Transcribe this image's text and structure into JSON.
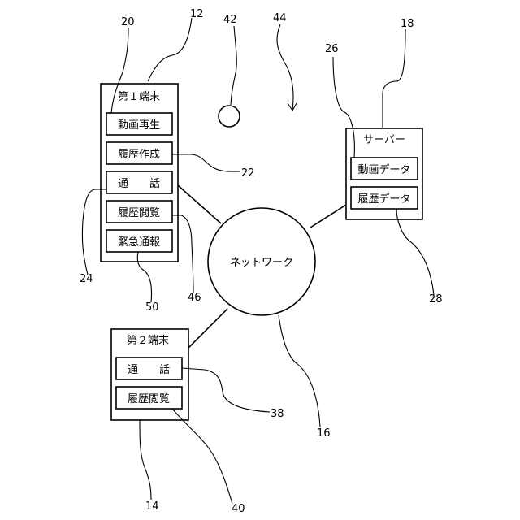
{
  "terminal1": {
    "title": "第１端末",
    "items": [
      "動画再生",
      "履歴作成",
      "通　　話",
      "履歴閲覧",
      "緊急通報"
    ]
  },
  "terminal2": {
    "title": "第２端末",
    "items": [
      "通　　話",
      "履歴閲覧"
    ]
  },
  "server": {
    "title": "サーバー",
    "items": [
      "動画データ",
      "履歴データ"
    ]
  },
  "network": {
    "label": "ネットワーク"
  },
  "refs": {
    "r12": "12",
    "r20": "20",
    "r42": "42",
    "r44": "44",
    "r26": "26",
    "r18": "18",
    "r22": "22",
    "r24": "24",
    "r50": "50",
    "r46": "46",
    "r28": "28",
    "r16": "16",
    "r38": "38",
    "r14": "14",
    "r40": "40"
  }
}
